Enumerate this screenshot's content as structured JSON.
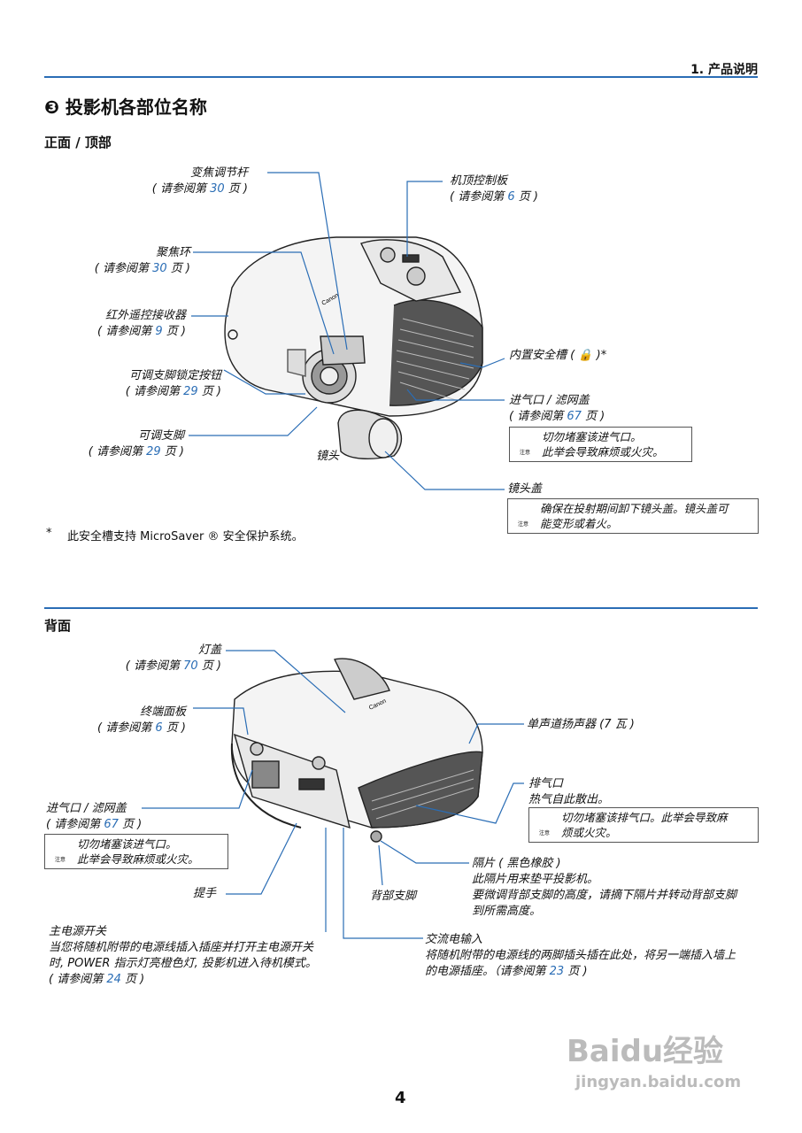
{
  "header": {
    "chapter": "1. 产品说明"
  },
  "title": {
    "number": "❸",
    "text": "投影机各部位名称"
  },
  "front": {
    "heading": "正面 / 顶部",
    "zoom_lever": {
      "name": "变焦调节杆",
      "ref_pre": "( 请参阅第 ",
      "page": "30",
      "ref_post": " 页 )"
    },
    "focus_ring": {
      "name": "聚焦环",
      "ref_pre": "( 请参阅第 ",
      "page": "30",
      "ref_post": " 页 )"
    },
    "remote_sensor": {
      "name": "红外遥控接收器",
      "ref_pre": "( 请参阅第 ",
      "page": "9",
      "ref_post": " 页 )"
    },
    "foot_lock": {
      "name": "可调支脚锁定按钮",
      "ref_pre": "( 请参阅第 ",
      "page": "29",
      "ref_post": " 页 )"
    },
    "foot": {
      "name": "可调支脚",
      "ref_pre": "( 请参阅第 ",
      "page": "29",
      "ref_post": " 页 )"
    },
    "lens": "镜头",
    "top_panel": {
      "name": "机顶控制板",
      "ref_pre": "( 请参阅第 ",
      "page": "6",
      "ref_post": " 页 )"
    },
    "security_slot": "内置安全槽 ( 🔒 )*",
    "intake": {
      "name": "进气口 / 滤网盖",
      "ref_pre": "( 请参阅第 ",
      "page": "67",
      "ref_post": " 页 )"
    },
    "intake_warning": {
      "line1": "切勿堵塞该进气口。",
      "line2": "此举会导致麻烦或火灾。"
    },
    "lens_cap": "镜头盖",
    "lens_cap_warning": {
      "line1": "确保在投射期间卸下镜头盖。镜头盖可",
      "line2": "能变形或着火。"
    },
    "footnote_mark": "*",
    "footnote": "此安全槽支持 MicroSaver ® 安全保护系统。"
  },
  "back": {
    "heading": "背面",
    "lamp_cover": {
      "name": "灯盖",
      "ref_pre": "( 请参阅第 ",
      "page": "70",
      "ref_post": " 页 )"
    },
    "terminal": {
      "name": "终端面板",
      "ref_pre": "( 请参阅第 ",
      "page": "6",
      "ref_post": " 页 )"
    },
    "intake": {
      "name": "进气口 / 滤网盖",
      "ref_pre": "( 请参阅第 ",
      "page": "67",
      "ref_post": " 页 )"
    },
    "intake_warning": {
      "line1": "切勿堵塞该进气口。",
      "line2": "此举会导致麻烦或火灾。"
    },
    "handle": "提手",
    "speaker": "单声道扬声器 (7 瓦 )",
    "exhaust": {
      "name": "排气口",
      "desc": "热气自此散出。"
    },
    "exhaust_warning": {
      "line1": "切勿堵塞该排气口。此举会导致麻",
      "line2": "烦或火灾。"
    },
    "spacer": {
      "name": "隔片 ( 黑色橡胶 )",
      "l1": "此隔片用来垫平投影机。",
      "l2": "要微调背部支脚的高度，请摘下隔片并转动背部支脚",
      "l3": "到所需高度。"
    },
    "rear_foot": "背部支脚",
    "power_switch": {
      "name": "主电源开关",
      "l1": "当您将随机附带的电源线插入插座并打开主电源开关",
      "l2": "时, POWER 指示灯亮橙色灯, 投影机进入待机模式。",
      "ref_pre": "( 请参阅第 ",
      "page": "24",
      "ref_post": " 页 )"
    },
    "ac_in": {
      "name": "交流电输入",
      "l1": "将随机附带的电源线的两脚插头插在此处，将另一端插入墙上",
      "l2": "的电源插座。（请参阅第 ",
      "page": "23",
      "ref_post": " 页 )"
    }
  },
  "warning_icon_label": "注意",
  "brand": "Canon",
  "page_number": "4",
  "watermark": {
    "logo": "Baidu经验",
    "url": "jingyan.baidu.com"
  }
}
